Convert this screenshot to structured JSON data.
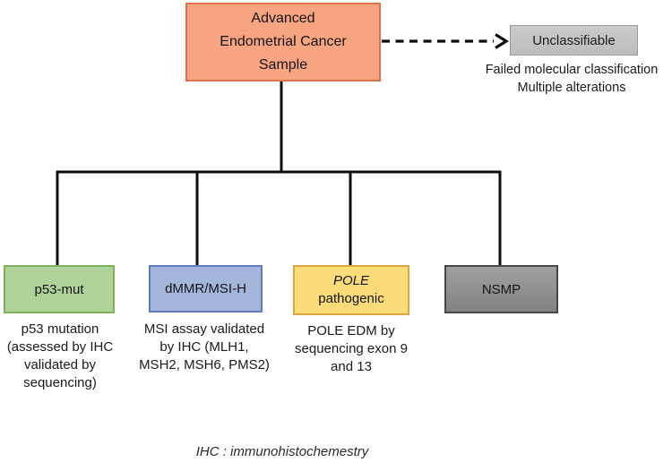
{
  "diagram": {
    "root": {
      "lines": [
        "Advanced",
        "Endometrial Cancer",
        "Sample"
      ]
    },
    "unclassifiable": {
      "label": "Unclassifiable",
      "notes": [
        "Failed molecular classification",
        "Multiple alterations"
      ]
    },
    "branches": [
      {
        "id": "p53-mut",
        "label": "p53-mut",
        "fill": "#aed297",
        "border": "#7fb25e",
        "caption": [
          "p53 mutation",
          "(assessed by IHC",
          "validated by",
          "sequencing)"
        ]
      },
      {
        "id": "dmmr-msi-h",
        "label": "dMMR/MSI-H",
        "fill": "#a5b6dc",
        "border": "#5f7dbe",
        "caption": [
          "MSI assay validated",
          "by IHC (MLH1,",
          "MSH2, MSH6, PMS2)"
        ]
      },
      {
        "id": "pole-pathogenic",
        "label_line1": "POLE",
        "label_line2": "pathogenic",
        "fill": "#fcdc79",
        "border": "#dca83f",
        "caption": [
          "POLE EDM by",
          "sequencing exon 9",
          "and 13"
        ]
      },
      {
        "id": "nsmp",
        "label": "NSMP",
        "fill": "#8f8f8f",
        "border": "#474747",
        "caption": []
      }
    ],
    "footnote": "IHC : immunohistochemestry",
    "colors": {
      "root_fill": "#f7a481",
      "root_border": "#e0734a",
      "unclassifiable_fill": "#c3c3c3",
      "unclassifiable_border": "#9b9b9b",
      "connector_line": "#0d0d0d"
    }
  }
}
